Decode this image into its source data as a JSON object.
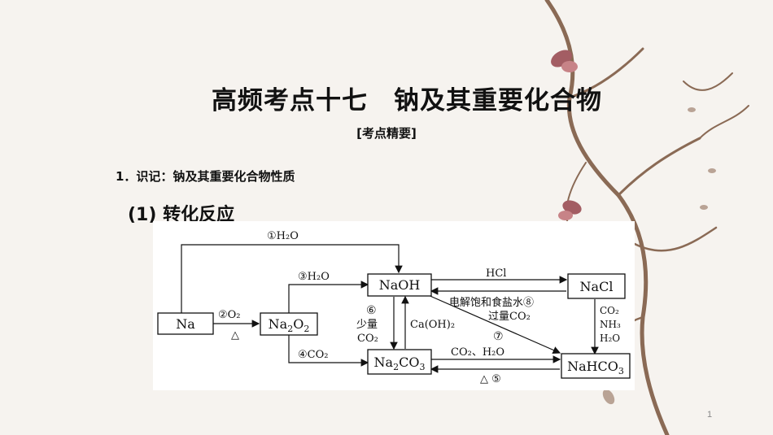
{
  "slide": {
    "title": "高频考点十七　钠及其重要化合物",
    "subtitle": "[考点精要]",
    "point": "1．识记：钠及其重要化合物性质",
    "subhead": "(1) 转化反应",
    "page_number": "1"
  },
  "diagram": {
    "nodes": {
      "na": "Na",
      "na2o2": "Na2O2",
      "naoh": "NaOH",
      "na2co3": "Na2CO3",
      "nacl": "NaCl",
      "nahco3": "NaHCO3"
    },
    "labels": {
      "r1": "①H₂O",
      "r2": "②O₂",
      "r2_cond": "△",
      "r3": "③H₂O",
      "r4": "④CO₂",
      "r5": "△  ⑤",
      "r6_num": "⑥",
      "r6_a": "少量",
      "r6_b": "CO₂",
      "caoh2": "Ca(OH)₂",
      "r7_num": "⑦",
      "r7_text": "过量CO₂",
      "hcl": "HCl",
      "r8": "电解饱和食盐水⑧",
      "co2_h2o": "CO₂、H₂O",
      "side_co2": "CO₂",
      "side_nh3": "NH₃",
      "side_h2o": "H₂O"
    }
  }
}
